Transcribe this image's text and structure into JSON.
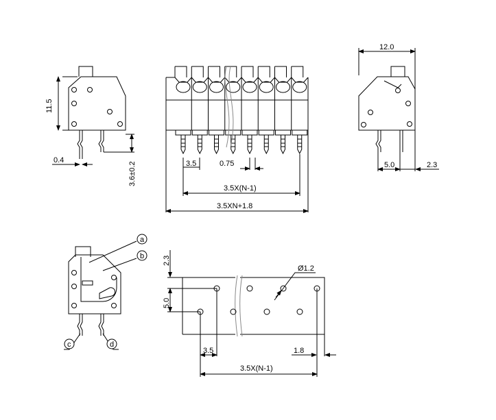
{
  "side_view_left": {
    "height": "11.5",
    "pin_offset": "0.4",
    "pin_length": "3.6±0.2"
  },
  "front_view": {
    "pitch": "3.5",
    "pin_width": "0.75",
    "span": "3.5X(N-1)",
    "overall": "3.5XN+1.8"
  },
  "side_view_right": {
    "depth": "12.0",
    "pin_spacing": "5.0",
    "edge_offset": "2.3"
  },
  "callouts": {
    "a": "a",
    "b": "b",
    "c": "c",
    "d": "d"
  },
  "pcb_layout": {
    "edge_offset": "2.3",
    "row_spacing": "5.0",
    "hole_diameter": "Ø1.2",
    "pitch": "3.5",
    "end_offset": "1.8",
    "span": "3.5X(N-1)"
  }
}
